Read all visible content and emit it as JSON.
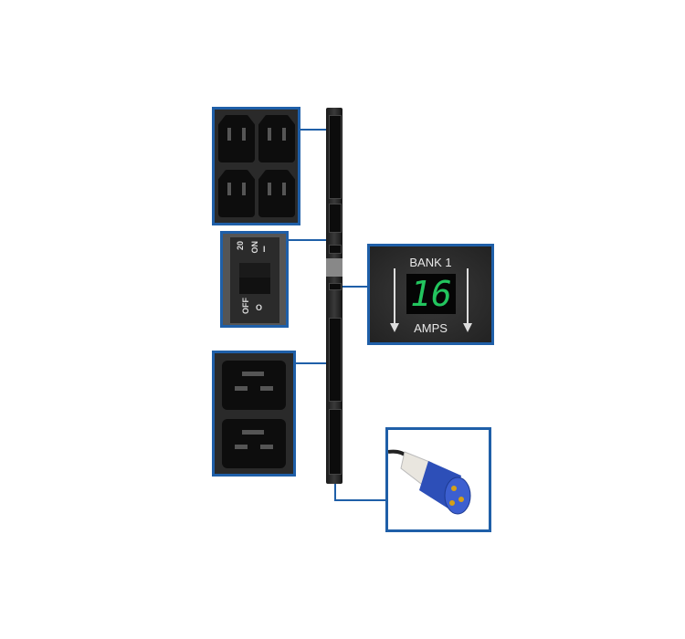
{
  "display": {
    "top_label": "BANK 1",
    "reading": "16",
    "bottom_label": "AMPS",
    "reading_color": "#22c55e"
  },
  "breaker": {
    "rating": "20",
    "on_label": "ON",
    "on_symbol": "I",
    "off_label": "OFF",
    "off_symbol": "O"
  },
  "colors": {
    "callout_border": "#1f5fa8",
    "plug_blue": "#2d4fb8"
  }
}
